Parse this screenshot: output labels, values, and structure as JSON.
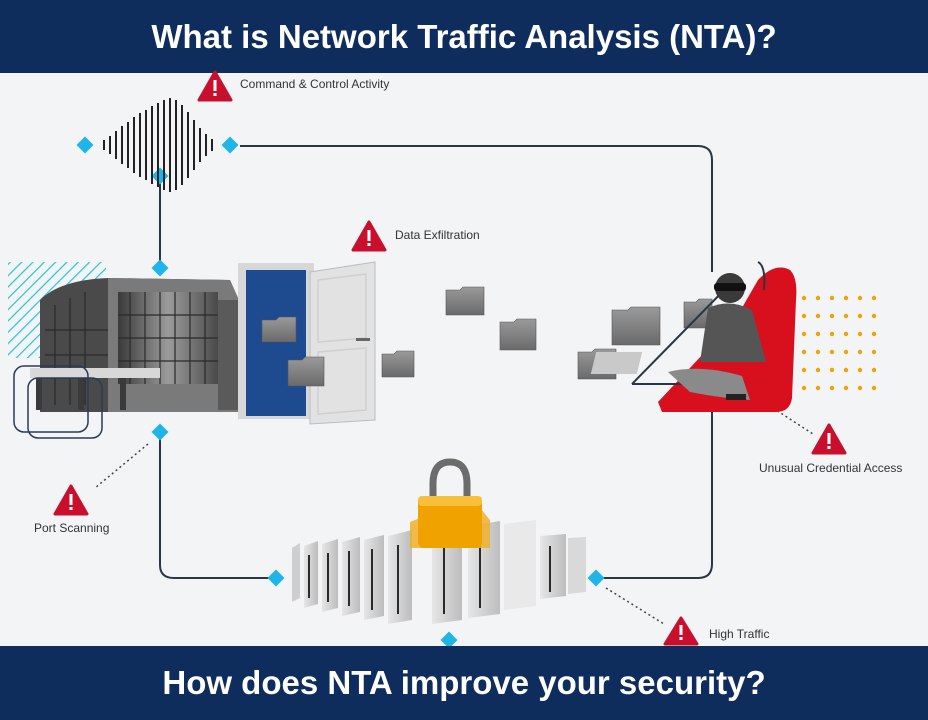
{
  "header": {
    "title": "What is Network Traffic Analysis (NTA)?"
  },
  "footer": {
    "title": "How does NTA improve your security?"
  },
  "labels": {
    "command_control": "Command & Control Activity",
    "data_exfiltration": "Data Exfiltration",
    "credential_access": "Unusual Credential Access",
    "port_scanning": "Port Scanning",
    "high_traffic": "High Traffic"
  },
  "colors": {
    "banner": "#0f2d5c",
    "warning": "#c8102e",
    "node": "#1fb5e9",
    "lock": "#f0a300",
    "door": "#1e4a8f"
  }
}
